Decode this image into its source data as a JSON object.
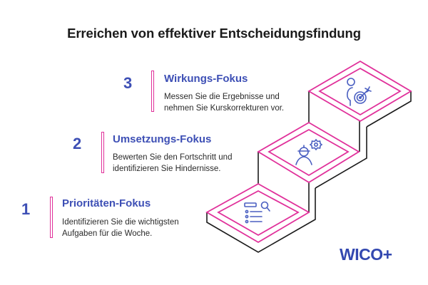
{
  "title": "Erreichen von effektiver Entscheidungsfindung",
  "colors": {
    "accent_pink": "#e0309a",
    "primary_blue": "#3d4fb5",
    "outline": "#1b1b1b"
  },
  "steps": [
    {
      "number": "1",
      "title": "Prioritäten-Fokus",
      "description": [
        "Identifizieren Sie die wichtigsten",
        "Aufgaben für die Woche."
      ],
      "icon": "list-search-icon"
    },
    {
      "number": "2",
      "title": "Umsetzungs-Fokus",
      "description": [
        "Bewerten Sie den Fortschritt und",
        "identifizieren Sie Hindernisse."
      ],
      "icon": "worker-gear-icon"
    },
    {
      "number": "3",
      "title": "Wirkungs-Fokus",
      "description": [
        "Messen Sie die Ergebnisse und",
        "nehmen Sie Kurskorrekturen vor."
      ],
      "icon": "person-target-icon"
    }
  ],
  "logo": "WICO+"
}
